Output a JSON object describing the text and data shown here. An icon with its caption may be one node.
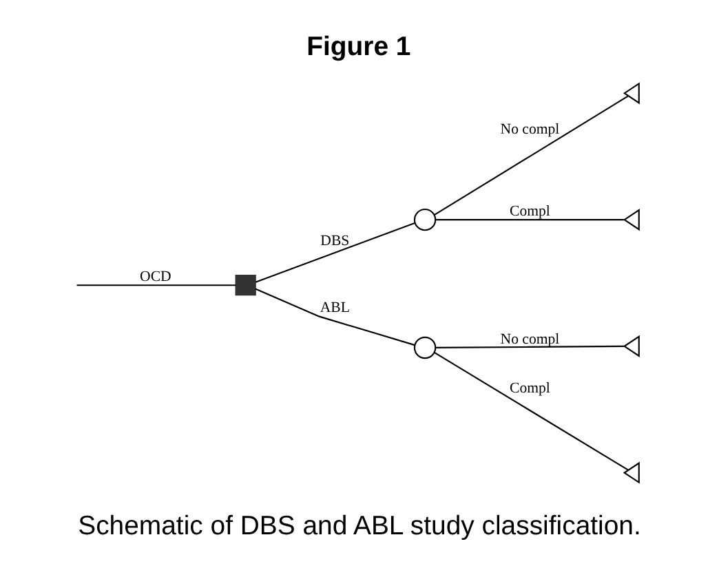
{
  "diagram": {
    "title": "Figure 1",
    "caption": "Schematic of DBS and ABL study classification.",
    "nodes": [
      {
        "text": [],
        "shape": "box"
      },
      {
        "text": [],
        "shape": "circle"
      },
      {
        "text": [],
        "shape": "circle"
      },
      {
        "text": [],
        "shape": "triangle"
      },
      {
        "text": [],
        "shape": "triangle"
      },
      {
        "text": [],
        "shape": "triangle"
      },
      {
        "text": [],
        "shape": "triangle"
      }
    ],
    "edges": [
      {
        "from": null,
        "to": 0,
        "arrow": "none",
        "label": "OCD"
      },
      {
        "from": 0,
        "to": 1,
        "arrow": "none",
        "label": "DBS"
      },
      {
        "from": 0,
        "to": 2,
        "arrow": "none",
        "label": "ABL"
      },
      {
        "from": 1,
        "to": 3,
        "arrow": "none",
        "label": "No compl"
      },
      {
        "from": 1,
        "to": 4,
        "arrow": "none",
        "label": "Compl"
      },
      {
        "from": 2,
        "to": 5,
        "arrow": "none",
        "label": "No compl"
      },
      {
        "from": 2,
        "to": 6,
        "arrow": "none",
        "label": "Compl"
      }
    ]
  }
}
